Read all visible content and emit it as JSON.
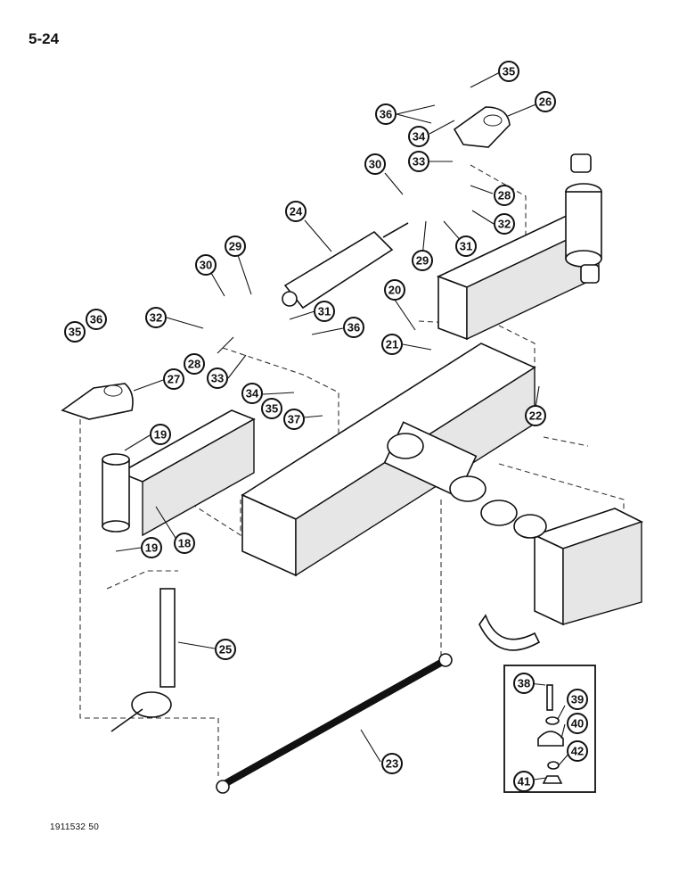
{
  "page": {
    "number": "5-24",
    "figure_code": "1911532 50"
  },
  "callouts": [
    {
      "id": "35a",
      "label": "35"
    },
    {
      "id": "36a",
      "label": "36"
    },
    {
      "id": "26",
      "label": "26"
    },
    {
      "id": "34a",
      "label": "34"
    },
    {
      "id": "33a",
      "label": "33"
    },
    {
      "id": "30a",
      "label": "30"
    },
    {
      "id": "28a",
      "label": "28"
    },
    {
      "id": "32a",
      "label": "32"
    },
    {
      "id": "31a",
      "label": "31"
    },
    {
      "id": "29a",
      "label": "29"
    },
    {
      "id": "24",
      "label": "24"
    },
    {
      "id": "29b",
      "label": "29"
    },
    {
      "id": "30b",
      "label": "30"
    },
    {
      "id": "31b",
      "label": "31"
    },
    {
      "id": "20",
      "label": "20"
    },
    {
      "id": "21",
      "label": "21"
    },
    {
      "id": "32b",
      "label": "32"
    },
    {
      "id": "36b",
      "label": "36"
    },
    {
      "id": "36c",
      "label": "36"
    },
    {
      "id": "35b",
      "label": "35"
    },
    {
      "id": "28b",
      "label": "28"
    },
    {
      "id": "33b",
      "label": "33"
    },
    {
      "id": "27",
      "label": "27"
    },
    {
      "id": "34b",
      "label": "34"
    },
    {
      "id": "35c",
      "label": "35"
    },
    {
      "id": "37",
      "label": "37"
    },
    {
      "id": "22",
      "label": "22"
    },
    {
      "id": "19a",
      "label": "19"
    },
    {
      "id": "18",
      "label": "18"
    },
    {
      "id": "19b",
      "label": "19"
    },
    {
      "id": "25",
      "label": "25"
    },
    {
      "id": "23",
      "label": "23"
    },
    {
      "id": "38",
      "label": "38"
    },
    {
      "id": "39",
      "label": "39"
    },
    {
      "id": "40",
      "label": "40"
    },
    {
      "id": "42",
      "label": "42"
    },
    {
      "id": "41",
      "label": "41"
    }
  ]
}
